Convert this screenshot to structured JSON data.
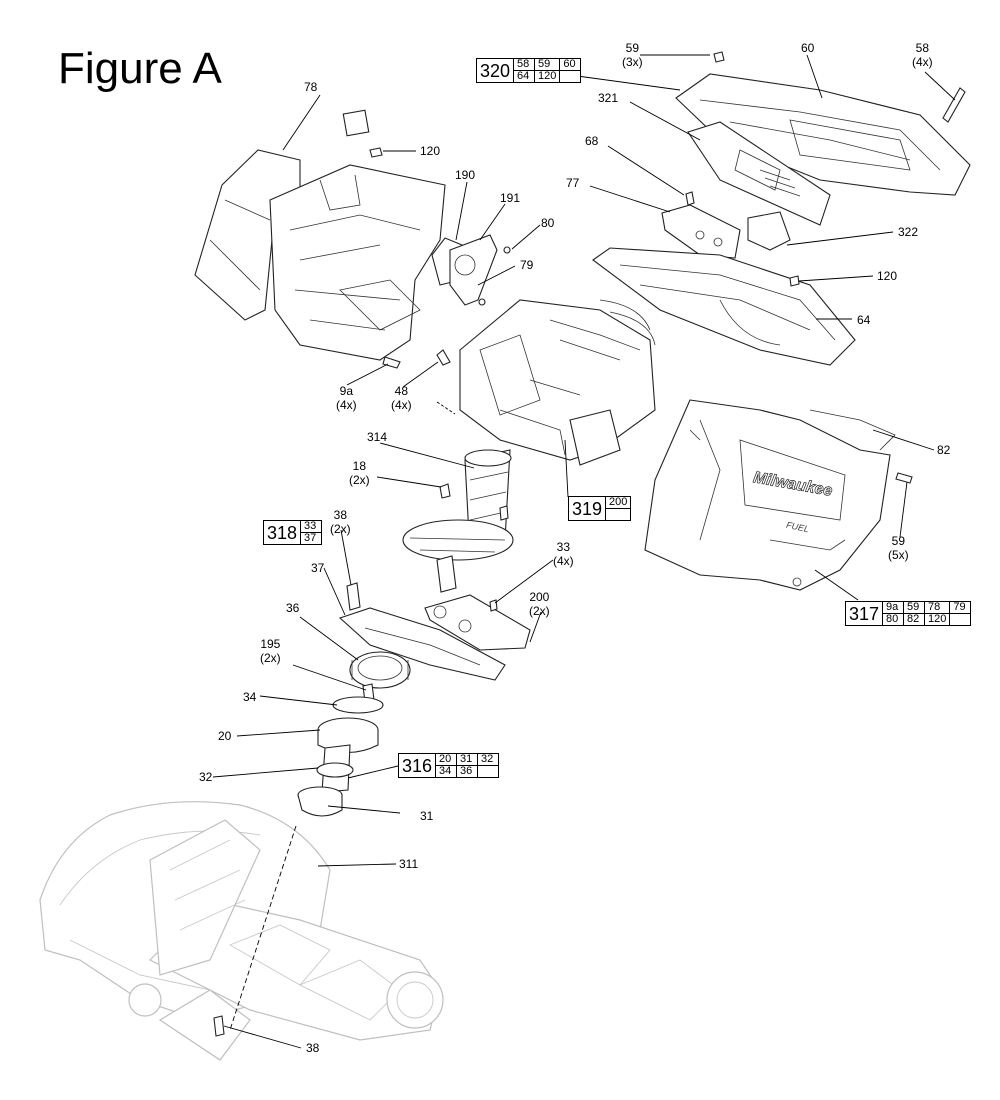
{
  "title": "Figure A",
  "callouts": [
    {
      "id": "c-78",
      "text": "78"
    },
    {
      "id": "c-120a",
      "text": "120"
    },
    {
      "id": "c-190",
      "text": "190"
    },
    {
      "id": "c-191",
      "text": "191"
    },
    {
      "id": "c-80",
      "text": "80"
    },
    {
      "id": "c-79",
      "text": "79"
    },
    {
      "id": "c-9a",
      "text": "9a",
      "qty": "(4x)"
    },
    {
      "id": "c-48",
      "text": "48",
      "qty": "(4x)"
    },
    {
      "id": "c-59a",
      "text": "59",
      "qty": "(3x)"
    },
    {
      "id": "c-60",
      "text": "60"
    },
    {
      "id": "c-58a",
      "text": "58",
      "qty": "(4x)"
    },
    {
      "id": "c-321",
      "text": "321"
    },
    {
      "id": "c-68",
      "text": "68"
    },
    {
      "id": "c-77",
      "text": "77"
    },
    {
      "id": "c-322",
      "text": "322"
    },
    {
      "id": "c-120b",
      "text": "120"
    },
    {
      "id": "c-64",
      "text": "64"
    },
    {
      "id": "c-82",
      "text": "82"
    },
    {
      "id": "c-59b",
      "text": "59",
      "qty": "(5x)"
    },
    {
      "id": "c-314",
      "text": "314"
    },
    {
      "id": "c-18",
      "text": "18",
      "qty": "(2x)"
    },
    {
      "id": "c-38a",
      "text": "38",
      "qty": "(2x)"
    },
    {
      "id": "c-37",
      "text": "37"
    },
    {
      "id": "c-33",
      "text": "33",
      "qty": "(4x)"
    },
    {
      "id": "c-200",
      "text": "200",
      "qty": "(2x)"
    },
    {
      "id": "c-36",
      "text": "36"
    },
    {
      "id": "c-195",
      "text": "195",
      "qty": "(2x)"
    },
    {
      "id": "c-34",
      "text": "34"
    },
    {
      "id": "c-20",
      "text": "20"
    },
    {
      "id": "c-32",
      "text": "32"
    },
    {
      "id": "c-31",
      "text": "31"
    },
    {
      "id": "c-311",
      "text": "311"
    },
    {
      "id": "c-38b",
      "text": "38"
    }
  ],
  "kits": [
    {
      "id": "kit-320",
      "number": "320",
      "rows": [
        [
          "58",
          "59",
          "60"
        ],
        [
          "64",
          "120",
          ""
        ]
      ]
    },
    {
      "id": "kit-319",
      "number": "319",
      "rows": [
        [
          "200"
        ],
        [
          ""
        ]
      ]
    },
    {
      "id": "kit-318",
      "number": "318",
      "rows": [
        [
          "33"
        ],
        [
          "37"
        ]
      ]
    },
    {
      "id": "kit-317",
      "number": "317",
      "rows": [
        [
          "9a",
          "59",
          "78",
          "79"
        ],
        [
          "80",
          "82",
          "120",
          ""
        ]
      ]
    },
    {
      "id": "kit-316",
      "number": "316",
      "rows": [
        [
          "20",
          "31",
          "32"
        ],
        [
          "34",
          "36",
          ""
        ]
      ]
    }
  ],
  "logo": {
    "brand_text": "Milwaukee",
    "sub_text": "FUEL"
  }
}
